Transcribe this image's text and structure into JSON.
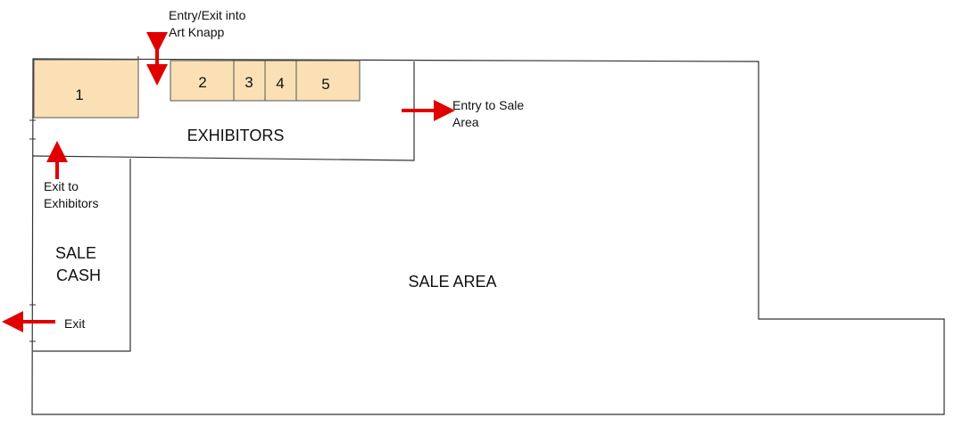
{
  "colors": {
    "booth_fill": "#fae0b4",
    "arrow": "#e00000",
    "wall": "#333333"
  },
  "rooms": {
    "exhibitors": "EXHIBITORS",
    "sale_area": "SALE AREA",
    "sale_cash_line1": "SALE",
    "sale_cash_line2": "CASH"
  },
  "booths": [
    "1",
    "2",
    "3",
    "4",
    "5"
  ],
  "annotations": {
    "entry_exit_art_knapp_line1": "Entry/Exit into",
    "entry_exit_art_knapp_line2": "Art Knapp",
    "entry_sale_line1": "Entry to Sale",
    "entry_sale_line2": "Area",
    "exit_exhibitors_line1": "Exit to",
    "exit_exhibitors_line2": "Exhibitors",
    "exit": "Exit"
  }
}
